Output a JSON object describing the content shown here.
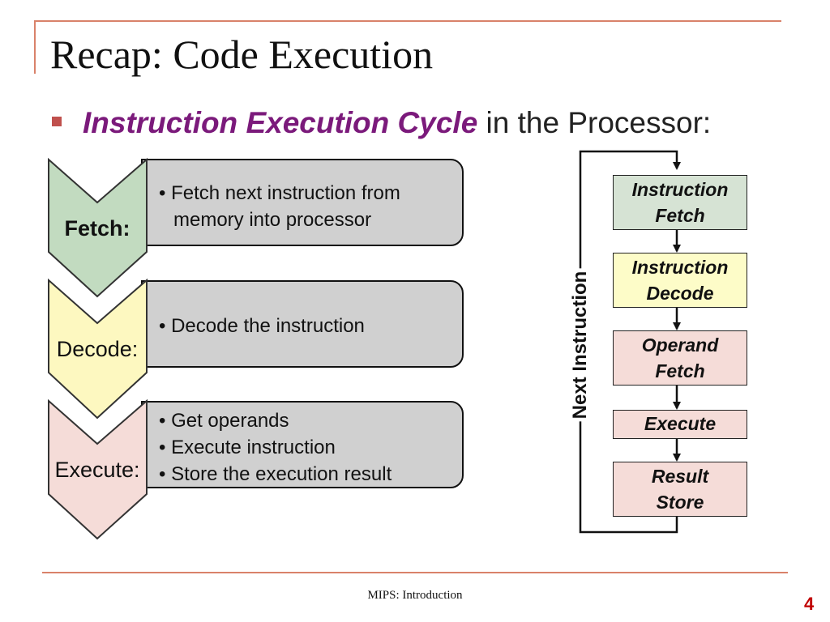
{
  "slide": {
    "title": "Recap: Code Execution",
    "bullet": {
      "emphasis": "Instruction Execution Cycle",
      "rest": " in the Processor:"
    }
  },
  "stages": [
    {
      "label": "Fetch:",
      "color": "#c2dbc0",
      "label_color": "#1f7a1f",
      "bold": true,
      "items": [
        "Fetch next instruction from memory into processor"
      ]
    },
    {
      "label": "Decode:",
      "color": "#fdf8c0",
      "label_color": "#111111",
      "bold": false,
      "items": [
        "Decode the instruction"
      ]
    },
    {
      "label": "Execute:",
      "color": "#f5dcd8",
      "label_color": "#111111",
      "bold": false,
      "items": [
        "Get operands",
        "Execute instruction",
        "Store the execution result"
      ]
    }
  ],
  "cycle": {
    "loop_label": "Next Instruction",
    "boxes": [
      {
        "lines": [
          "Instruction",
          "Fetch"
        ],
        "color": "#d6e3d4"
      },
      {
        "lines": [
          "Instruction",
          "Decode"
        ],
        "color": "#fdfcc8"
      },
      {
        "lines": [
          "Operand",
          "Fetch"
        ],
        "color": "#f5dcd8"
      },
      {
        "lines": [
          "Execute"
        ],
        "color": "#f5dcd8"
      },
      {
        "lines": [
          "Result",
          "Store"
        ],
        "color": "#f5dcd8"
      }
    ]
  },
  "footer": {
    "text": "MIPS: Introduction",
    "page": "4"
  }
}
